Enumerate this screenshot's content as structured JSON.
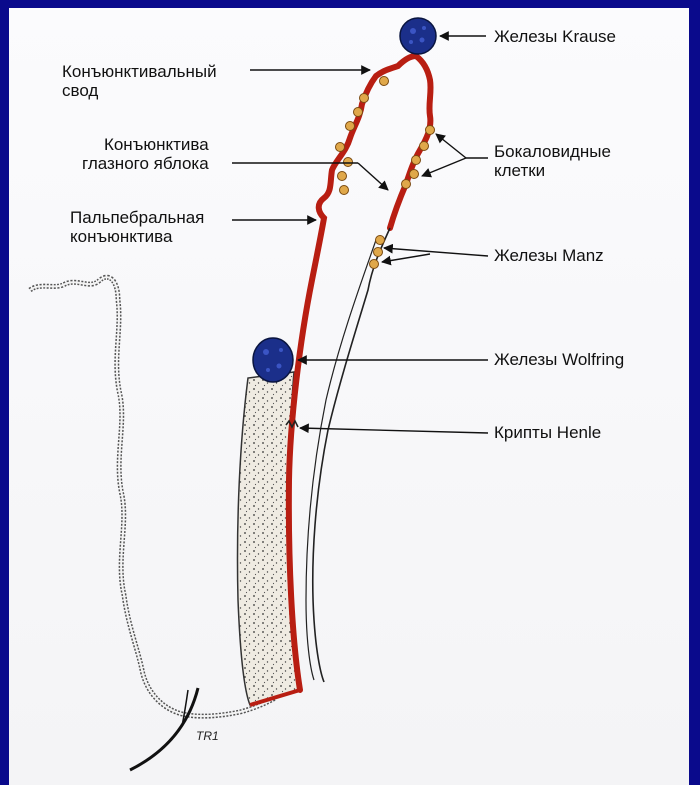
{
  "labels": {
    "conjunctival_fornix": [
      "Конъюнктивальный",
      "свод"
    ],
    "bulbar_conjunctiva": [
      "Конъюнктива",
      "глазного яблока"
    ],
    "palpebral_conjunctiva": [
      "Пальпебральная",
      "конъюнктива"
    ],
    "krause_glands": "Железы Krause",
    "goblet_cells": [
      "Бокаловидные",
      "клетки"
    ],
    "manz_glands": "Железы Manz",
    "wolfring_glands": "Железы Wolfring",
    "henle_crypts": "Крипты Henle",
    "figure_mark": "TR1"
  },
  "colors": {
    "frame": "#0a0a8c",
    "conjunctiva": "#b81e12",
    "gland": "#1b2f8a",
    "goblet": "#e0a84a",
    "tarsus_fill": "#ece8df"
  }
}
